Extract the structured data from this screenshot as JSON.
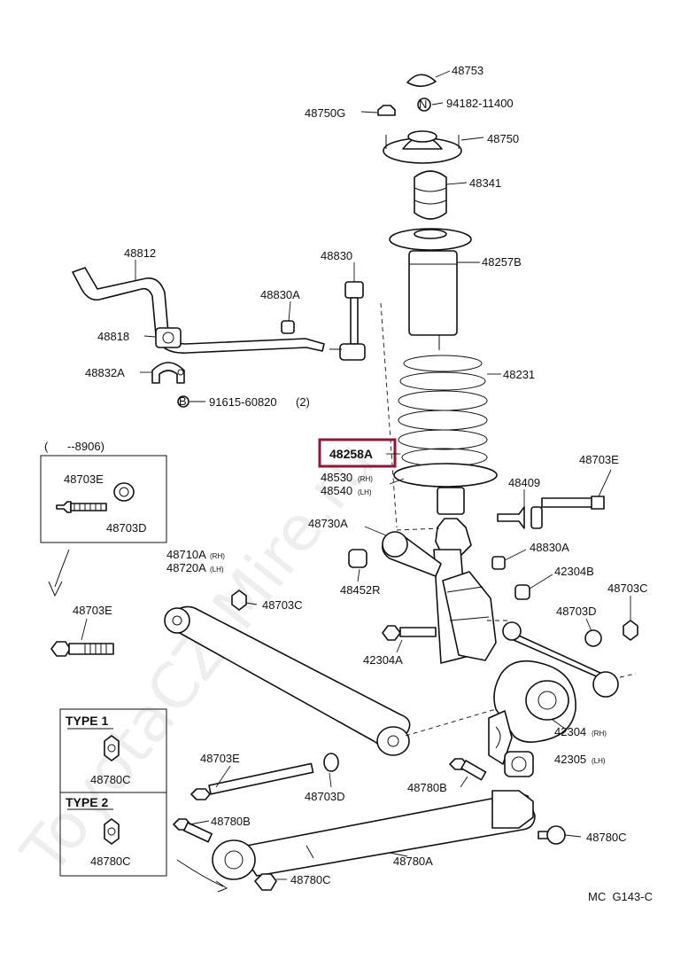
{
  "watermark": "ToyotaCZ-Mire.ru",
  "highlight_color": "#8b1a3a",
  "footer_code": "MC  G143-C",
  "parts": {
    "p48753": "48753",
    "p48750G": "48750G",
    "p94182": "94182-11400",
    "p48750": "48750",
    "p48341": "48341",
    "p48812": "48812",
    "p48830": "48830",
    "p48257B": "48257B",
    "p48830A_top": "48830A",
    "p48818": "48818",
    "p48832A": "48832A",
    "p48231": "48231",
    "p91615": "91615-60820",
    "p91615_qty": "(2)",
    "p48258A": "48258A",
    "p48530": "48530",
    "p48530_side": "(RH)",
    "p48540": "48540",
    "p48540_side": "(LH)",
    "p48703E_r": "48703E",
    "p48409": "48409",
    "p48730A": "48730A",
    "p48830A_mid": "48830A",
    "p48710A": "48710A",
    "p48710A_side": "(RH)",
    "p48720A": "48720A",
    "p48720A_side": "(LH)",
    "p48452R": "48452R",
    "p42304B": "42304B",
    "p48703C_r": "48703C",
    "p48703C_mid": "48703C",
    "p48703D_r": "48703D",
    "p48703E_l": "48703E",
    "p42304A": "42304A",
    "p42304": "42304",
    "p42304_side": "(RH)",
    "p42305": "42305",
    "p42305_side": "(LH)",
    "p48703E_b": "48703E",
    "p48703D_b": "48703D",
    "p48780B_r": "48780B",
    "p48780B_l": "48780B",
    "p48780C_r": "48780C",
    "p48780A": "48780A",
    "p48780C_b": "48780C"
  },
  "inset_box": {
    "label": "(      --8906)",
    "part_e": "48703E",
    "part_d": "48703D"
  },
  "type_box": {
    "type1": "TYPE 1",
    "type1_part": "48780C",
    "type2": "TYPE 2",
    "type2_part": "48780C"
  },
  "symbols": {
    "n_symbol": "N",
    "b_symbol": "B"
  }
}
